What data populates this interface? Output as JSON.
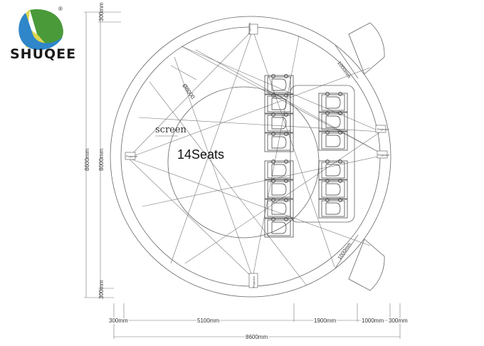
{
  "logo": {
    "brand": "SHUQEE",
    "registered": "®"
  },
  "labels": {
    "screen": "screen",
    "seats": "14Seats",
    "diameter": "Ø8000",
    "projector": "Projector",
    "door_top": "1000mm",
    "door_bottom": "1000mm"
  },
  "dimensions": {
    "left_outer": "8600mm",
    "left_inner": "8000mm",
    "left_top": "300mm",
    "left_bottom": "300mm",
    "bottom_segments": [
      "300mm",
      "5100mm",
      "1900mm",
      "1000mm",
      "300mm"
    ],
    "bottom_total": "8600mm"
  },
  "colors": {
    "line": "#555555",
    "dim": "#777777"
  }
}
